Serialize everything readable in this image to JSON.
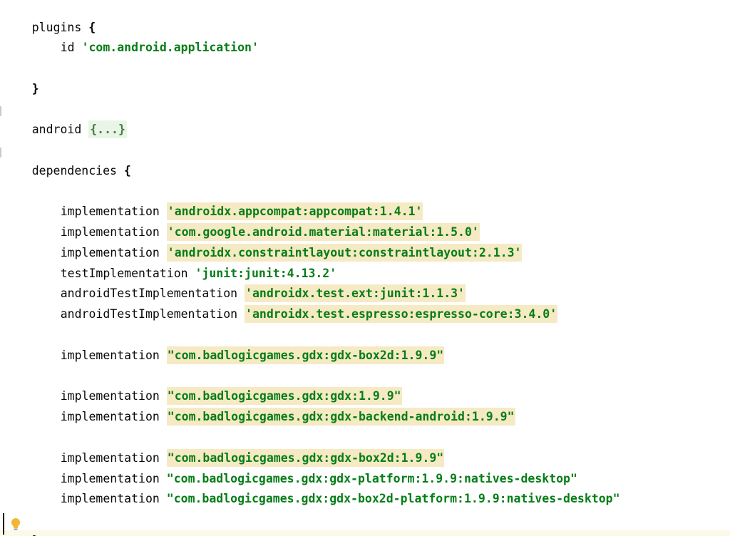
{
  "code": {
    "plugins_kw": "plugins",
    "plugins_open": "{",
    "id_kw": "id",
    "id_value": "'com.android.application'",
    "plugins_close": "}",
    "android_kw": "android",
    "android_fold": "{...}",
    "deps_kw": "dependencies",
    "deps_open": "{",
    "deps_close": "}",
    "deps": [
      {
        "config": "implementation",
        "value": "'androidx.appcompat:appcompat:1.4.1'"
      },
      {
        "config": "implementation",
        "value": "'com.google.android.material:material:1.5.0'"
      },
      {
        "config": "implementation",
        "value": "'androidx.constraintlayout:constraintlayout:2.1.3'"
      },
      {
        "config": "testImplementation",
        "value": "'junit:junit:4.13.2'"
      },
      {
        "config": "androidTestImplementation",
        "value": "'androidx.test.ext:junit:1.1.3'"
      },
      {
        "config": "androidTestImplementation",
        "value": "'androidx.test.espresso:espresso-core:3.4.0'"
      },
      {
        "config": "implementation",
        "value": "\"com.badlogicgames.gdx:gdx-box2d:1.9.9\""
      },
      {
        "config": "implementation",
        "value": "\"com.badlogicgames.gdx:gdx:1.9.9\""
      },
      {
        "config": "implementation",
        "value": "\"com.badlogicgames.gdx:gdx-backend-android:1.9.9\""
      },
      {
        "config": "implementation",
        "value": "\"com.badlogicgames.gdx:gdx-box2d:1.9.9\""
      },
      {
        "config": "implementation",
        "value": "\"com.badlogicgames.gdx:gdx-platform:1.9.9:natives-desktop\""
      },
      {
        "config": "implementation",
        "value": "\"com.badlogicgames.gdx:gdx-box2d-platform:1.9.9:natives-desktop\""
      }
    ]
  },
  "icons": {
    "intention_bulb": "lightbulb-icon",
    "bulb_color": "#f2b636"
  }
}
